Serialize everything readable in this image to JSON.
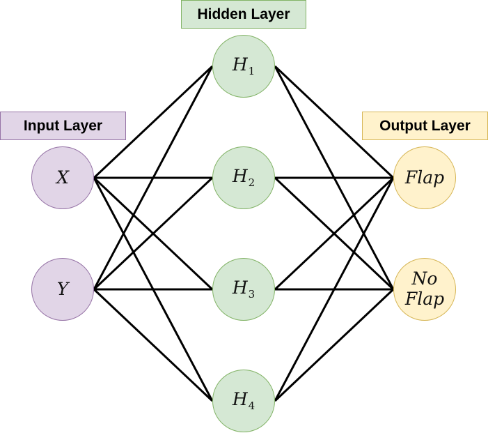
{
  "colors": {
    "input_fill": "#e1d5e7",
    "input_stroke": "#9673a6",
    "hidden_fill": "#d5e8d4",
    "hidden_stroke": "#82b366",
    "output_fill": "#fff2cc",
    "output_stroke": "#d6b656",
    "edge": "#000000"
  },
  "layers": {
    "input": {
      "label": "Input Layer",
      "nodes": [
        {
          "id": "x",
          "name": "X"
        },
        {
          "id": "y",
          "name": "Y"
        }
      ]
    },
    "hidden": {
      "label": "Hidden Layer",
      "nodes": [
        {
          "id": "h1",
          "name": "H",
          "sub": "1"
        },
        {
          "id": "h2",
          "name": "H",
          "sub": "2"
        },
        {
          "id": "h3",
          "name": "H",
          "sub": "3"
        },
        {
          "id": "h4",
          "name": "H",
          "sub": "4"
        }
      ]
    },
    "output": {
      "label": "Output Layer",
      "nodes": [
        {
          "id": "flap",
          "lines": [
            "Flap"
          ]
        },
        {
          "id": "noflap",
          "lines": [
            "No",
            "Flap"
          ]
        }
      ]
    }
  },
  "connections": "fully-connected"
}
